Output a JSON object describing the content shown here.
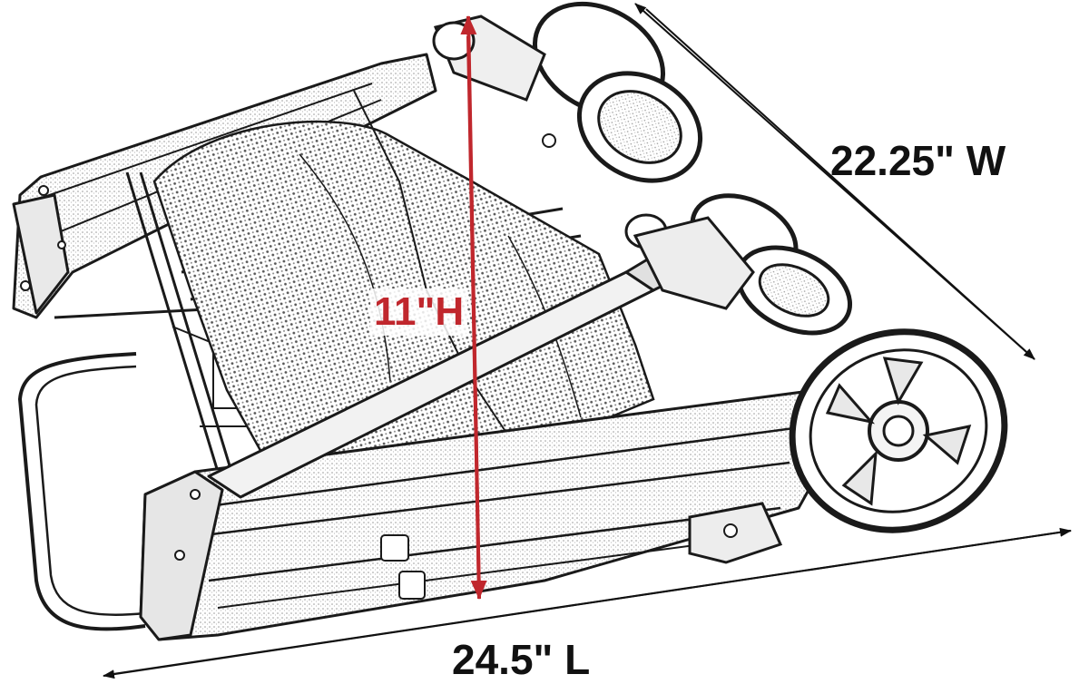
{
  "dimensions": {
    "width": {
      "label": "22.25\" W"
    },
    "height": {
      "label": "11\"H"
    },
    "length": {
      "label": "24.5\" L"
    }
  },
  "colors": {
    "height_arrow": "#c0272d",
    "dimension_lines": "#111111",
    "sketch": "#1a1a1a",
    "background": "#ffffff"
  }
}
